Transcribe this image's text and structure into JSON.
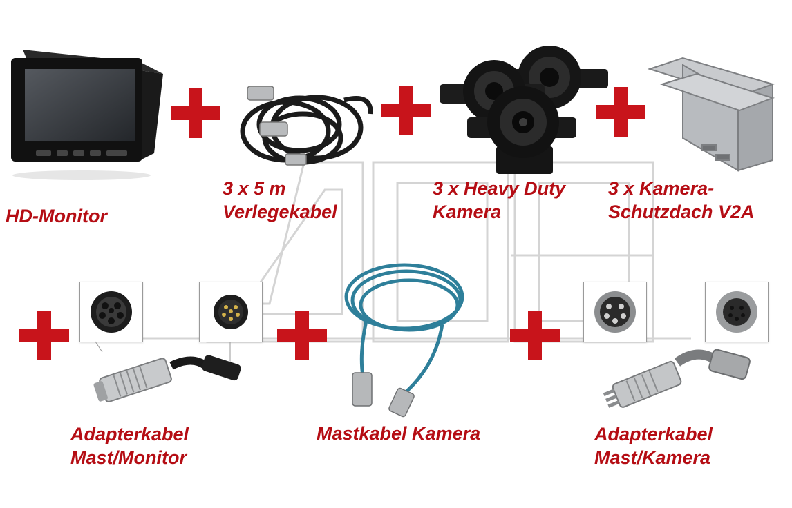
{
  "products": {
    "monitor": {
      "line1": "HD-Monitor",
      "icon": "monitor-icon"
    },
    "cable": {
      "line1": "3 x 5 m",
      "line2": "Verlegekabel",
      "icon": "cable-coil-icon"
    },
    "camera": {
      "line1": "3 x Heavy Duty",
      "line2": "Kamera",
      "icon": "camera-icon"
    },
    "roof": {
      "line1": "3 x Kamera-",
      "line2": "Schutzdach V2A",
      "icon": "bracket-icon"
    },
    "adapter_monitor": {
      "line1": "Adapterkabel",
      "line2": "Mast/Monitor",
      "icon": "adapter-cable-icon"
    },
    "mast_cable": {
      "line1": "Mastkabel Kamera",
      "icon": "blue-cable-icon"
    },
    "adapter_camera": {
      "line1": "Adapterkabel",
      "line2": "Mast/Kamera",
      "icon": "adapter-cable-icon"
    }
  },
  "colors": {
    "accent": "#c8141b",
    "caption": "#b50d14",
    "watermark": "#d9d9d9"
  },
  "plus_icon": "plus-icon",
  "watermark_icon": "brand-watermark-icon"
}
